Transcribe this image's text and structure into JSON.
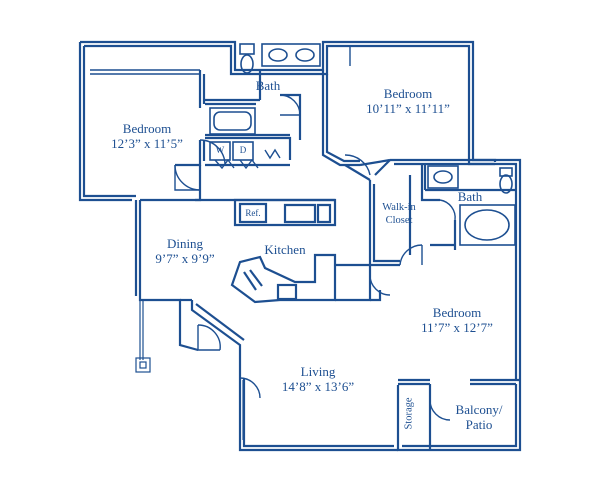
{
  "rooms": {
    "bedroom_left": {
      "name": "Bedroom",
      "size": "12’3” x 11’5”"
    },
    "bath_top": {
      "name": "Bath"
    },
    "bedroom_top_right": {
      "name": "Bedroom",
      "size": "10’11” x 11’11”"
    },
    "walk_in_closet": {
      "line1": "Walk-in",
      "line2": "Closet"
    },
    "bath_right": {
      "name": "Bath"
    },
    "dining": {
      "name": "Dining",
      "size": "9’7” x 9’9”"
    },
    "kitchen": {
      "name": "Kitchen"
    },
    "refrigerator": {
      "name": "Ref."
    },
    "bedroom_right": {
      "name": "Bedroom",
      "size": "11’7” x 12’7”"
    },
    "living": {
      "name": "Living",
      "size": "14’8” x 13’6”"
    },
    "storage": {
      "name": "Storage"
    },
    "balcony": {
      "line1": "Balcony/",
      "line2": "Patio"
    }
  },
  "appliances": {
    "washer": "W",
    "dryer": "D"
  },
  "colors": {
    "wall": "#1d4f91",
    "background": "#ffffff"
  }
}
